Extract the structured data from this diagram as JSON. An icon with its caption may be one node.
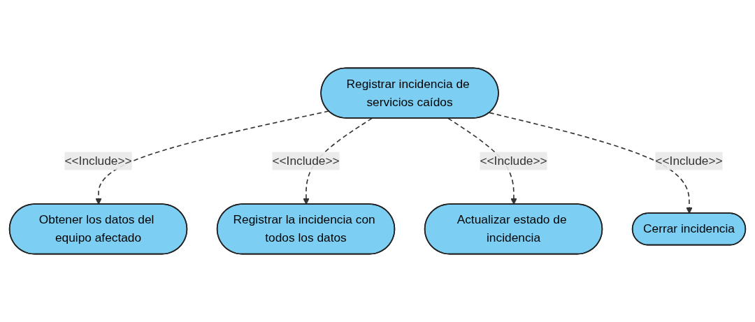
{
  "diagram": {
    "nodes": [
      {
        "text": [
          "Registrar incidencia de servicios caídos"
        ]
      },
      {
        "text": [
          "Obtener los datos del equipo afectado"
        ]
      },
      {
        "text": [
          "Registrar la incidencia con todos los datos"
        ]
      },
      {
        "text": [
          "Actualizar estado de incidencia"
        ]
      },
      {
        "text": [
          "Cerrar incidencia"
        ]
      }
    ],
    "edges": [
      {
        "from": 0,
        "to": 1,
        "arrow": "to",
        "label": "<<Include>>",
        "style": "dashed"
      },
      {
        "from": 0,
        "to": 2,
        "arrow": "to",
        "label": "<<Include>>",
        "style": "dashed"
      },
      {
        "from": 0,
        "to": 3,
        "arrow": "to",
        "label": "<<Include>>",
        "style": "dashed"
      },
      {
        "from": 0,
        "to": 4,
        "arrow": "to",
        "label": "<<Include>>",
        "style": "dashed"
      }
    ]
  }
}
